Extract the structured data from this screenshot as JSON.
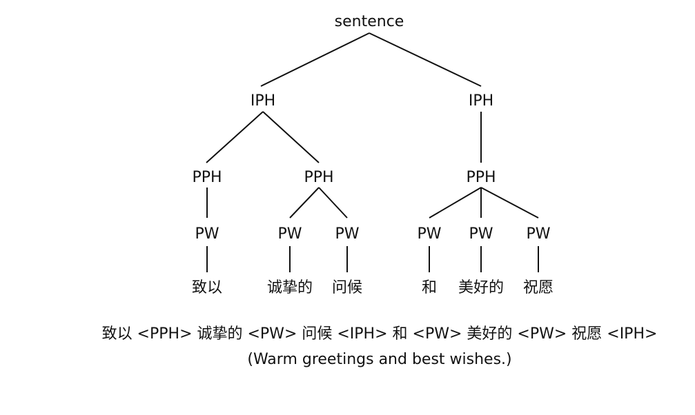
{
  "tree": {
    "root": "sentence",
    "iph_labels": [
      "IPH",
      "IPH"
    ],
    "pph_labels": [
      "PPH",
      "PPH",
      "PPH"
    ],
    "pw_labels": [
      "PW",
      "PW",
      "PW",
      "PW",
      "PW",
      "PW"
    ],
    "words": [
      "致以",
      "诚挚的",
      "问候",
      "和",
      "美好的",
      "祝愿"
    ]
  },
  "caption": {
    "annotated_sentence": "致以 <PPH> 诚挚的 <PW> 问候 <IPH> 和 <PW> 美好的 <PW> 祝愿  <IPH>",
    "translation": "(Warm greetings and best wishes.)"
  }
}
